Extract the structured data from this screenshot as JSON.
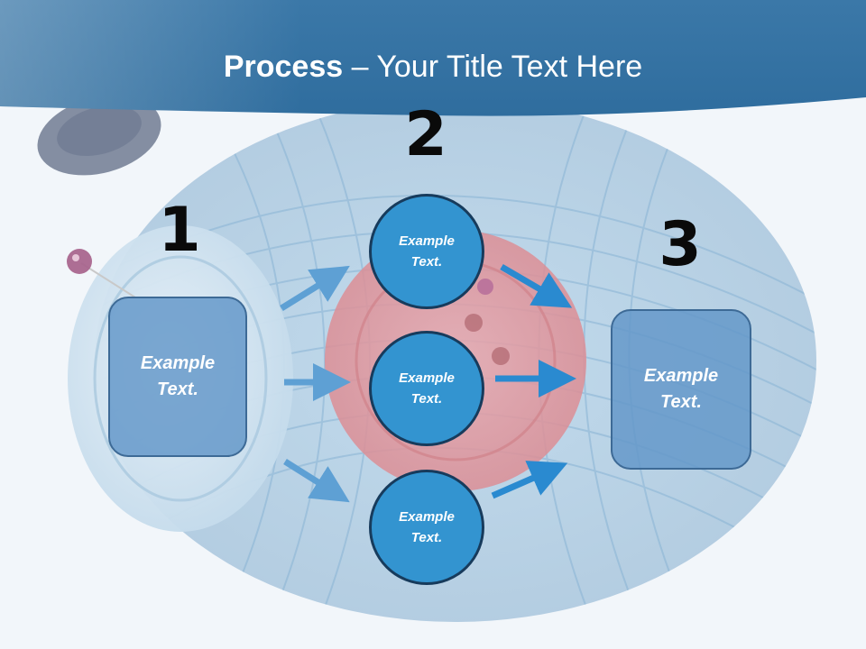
{
  "slide": {
    "title_bold": "Process",
    "title_rest": " – Your Title Text Here"
  },
  "steps": {
    "one": {
      "number": "1",
      "box_text": "Example Text."
    },
    "two": {
      "number": "2",
      "circles": [
        "Example Text.",
        "Example Text.",
        "Example Text."
      ]
    },
    "three": {
      "number": "3",
      "box_text": "Example Text."
    }
  },
  "colors": {
    "header": "#3a7fb0",
    "box_fill": "#6296c8",
    "circle_fill": "#3394d0",
    "arrow_light": "#5ea0d4",
    "arrow_dark": "#2a8ad0"
  }
}
